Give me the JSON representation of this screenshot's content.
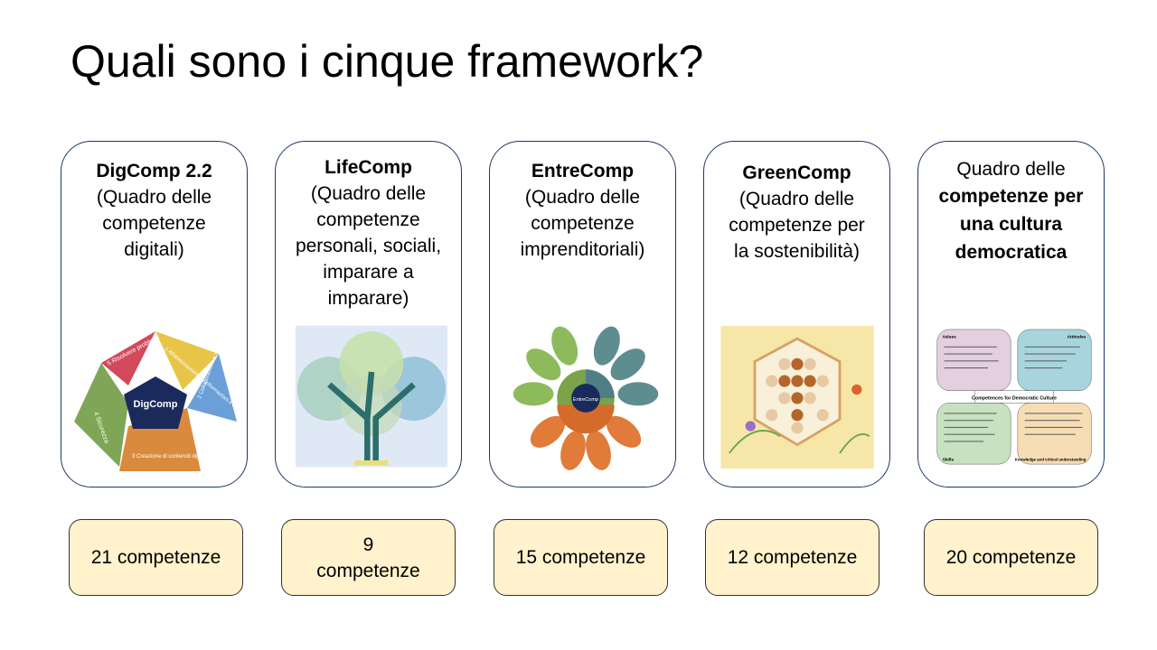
{
  "title": "Quali sono i cinque framework?",
  "colors": {
    "card_border": "#1f3864",
    "count_bg": "#fff2cc"
  },
  "frameworks": [
    {
      "name": "DigComp 2.2",
      "desc": "(Quadro delle competenze digitali)",
      "count": "21 competenze",
      "wheel": {
        "center": "DigComp",
        "segments": [
          "5 Risolvere problemi",
          "1 Alfabetizzazione su informazioni e dati",
          "2 Collaborazione e comunicazione",
          "3 Creazione di contenuti digitali",
          "4 Sicurezza"
        ]
      }
    },
    {
      "name": "LifeComp",
      "desc": "(Quadro delle competenze personali, sociali, imparare a imparare)",
      "count": "9 competenze"
    },
    {
      "name": "EntreComp",
      "desc": "(Quadro delle competenze imprenditoriali)",
      "count": "15 competenze",
      "center": "EntreComp"
    },
    {
      "name": "GreenComp",
      "desc": "(Quadro delle competenze per la sostenibilità)",
      "count": "12 competenze"
    },
    {
      "pre": "Quadro delle",
      "name": "competenze per una cultura democratica",
      "count": "20 competenze",
      "diagram": {
        "center": "Competences for Democratic Culture",
        "values": "Values",
        "attitudes": "Attitudes",
        "skills": "Skills",
        "knowledge": "Knowledge and critical understanding"
      }
    }
  ]
}
